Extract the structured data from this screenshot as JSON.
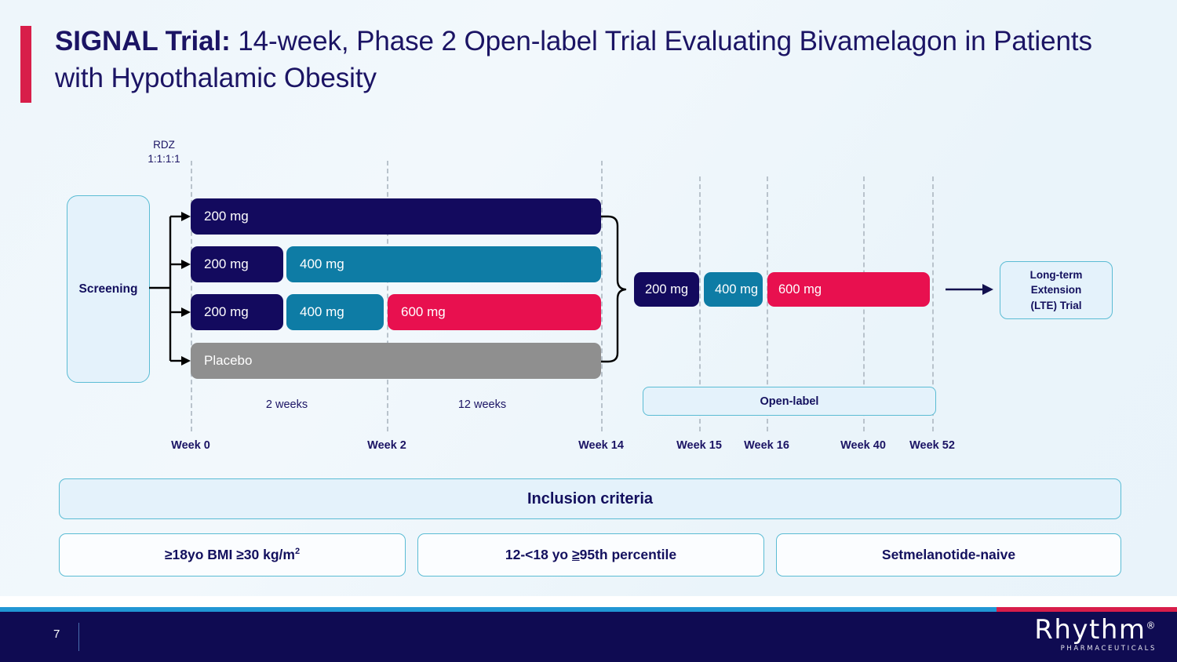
{
  "slide": {
    "title_bold": "SIGNAL Trial:",
    "title_rest": " 14-week, Phase 2 Open-label Trial Evaluating Bivamelagon in Patients with Hypothalamic Obesity",
    "page_number": "7"
  },
  "colors": {
    "navy": "#130a5e",
    "teal": "#0e7ca5",
    "crimson": "#e8104f",
    "gray": "#8f8f8f",
    "accent_border": "#5bbcd4",
    "box_fill": "#e4f2fb",
    "title_text": "#1b1464",
    "footer_bg": "#0f0b52"
  },
  "diagram": {
    "randomization_label_line1": "RDZ",
    "randomization_label_line2": "1:1:1:1",
    "screening_label": "Screening",
    "arms": [
      {
        "name": "arm-200mg",
        "segments": [
          {
            "label": "200 mg",
            "color": "navy"
          }
        ]
      },
      {
        "name": "arm-400mg",
        "segments": [
          {
            "label": "200 mg",
            "color": "navy"
          },
          {
            "label": "400 mg",
            "color": "teal"
          }
        ]
      },
      {
        "name": "arm-600mg",
        "segments": [
          {
            "label": "200 mg",
            "color": "navy"
          },
          {
            "label": "400 mg",
            "color": "teal"
          },
          {
            "label": "600 mg",
            "color": "crimson"
          }
        ]
      },
      {
        "name": "arm-placebo",
        "segments": [
          {
            "label": "Placebo",
            "color": "gray"
          }
        ]
      }
    ],
    "open_label_segments": [
      {
        "label": "200 mg",
        "color": "navy"
      },
      {
        "label": "400 mg",
        "color": "teal"
      },
      {
        "label": "600 mg",
        "color": "crimson"
      }
    ],
    "open_label_band_label": "Open-label",
    "durations": [
      {
        "label": "2 weeks"
      },
      {
        "label": "12 weeks"
      }
    ],
    "week_labels": [
      {
        "label": "Week 0"
      },
      {
        "label": "Week 2"
      },
      {
        "label": "Week 14"
      },
      {
        "label": "Week 15"
      },
      {
        "label": "Week 16"
      },
      {
        "label": "Week 40"
      },
      {
        "label": "Week 52"
      }
    ],
    "lte_box": {
      "line1": "Long-term",
      "line2": "Extension",
      "line3": "(LTE) Trial"
    }
  },
  "inclusion": {
    "heading": "Inclusion criteria",
    "criteria": [
      {
        "pre": "≥18yo BMI ≥30 kg/m",
        "sup": "2",
        "post": ""
      },
      {
        "pre": "12-<18 yo ",
        "u": "≥",
        "post": "95th percentile"
      },
      {
        "pre": "Setmelanotide-naive",
        "post": ""
      }
    ]
  },
  "logo": {
    "name": "Rhythm",
    "trademark": "®",
    "subtitle": "PHARMACEUTICALS"
  }
}
